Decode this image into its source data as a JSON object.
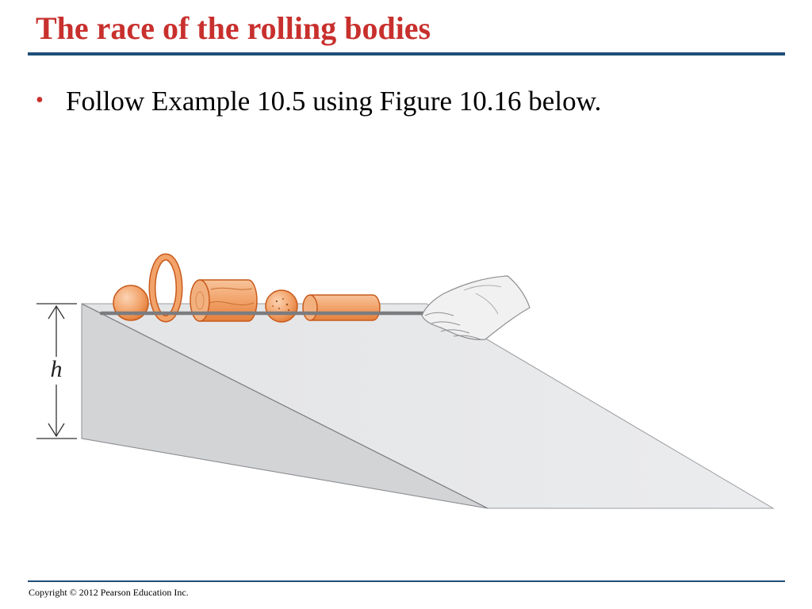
{
  "slide": {
    "title": "The race of the rolling bodies",
    "bullet_marker": "•",
    "bullet_text": "Follow Example 10.5 using Figure 10.16 below."
  },
  "figure": {
    "height_label": "h",
    "objects": [
      "sphere",
      "hoop",
      "solid-cylinder",
      "small-sphere",
      "cylinder"
    ]
  },
  "footer": {
    "copyright": "Copyright © 2012 Pearson Education Inc."
  },
  "colors": {
    "title": "#c8302d",
    "rule": "#1f4e79",
    "body_orange": "#f2a36a",
    "body_outline": "#c85a1c",
    "ramp_top": "#e6e7e8",
    "ramp_side": "#d2d3d5"
  }
}
